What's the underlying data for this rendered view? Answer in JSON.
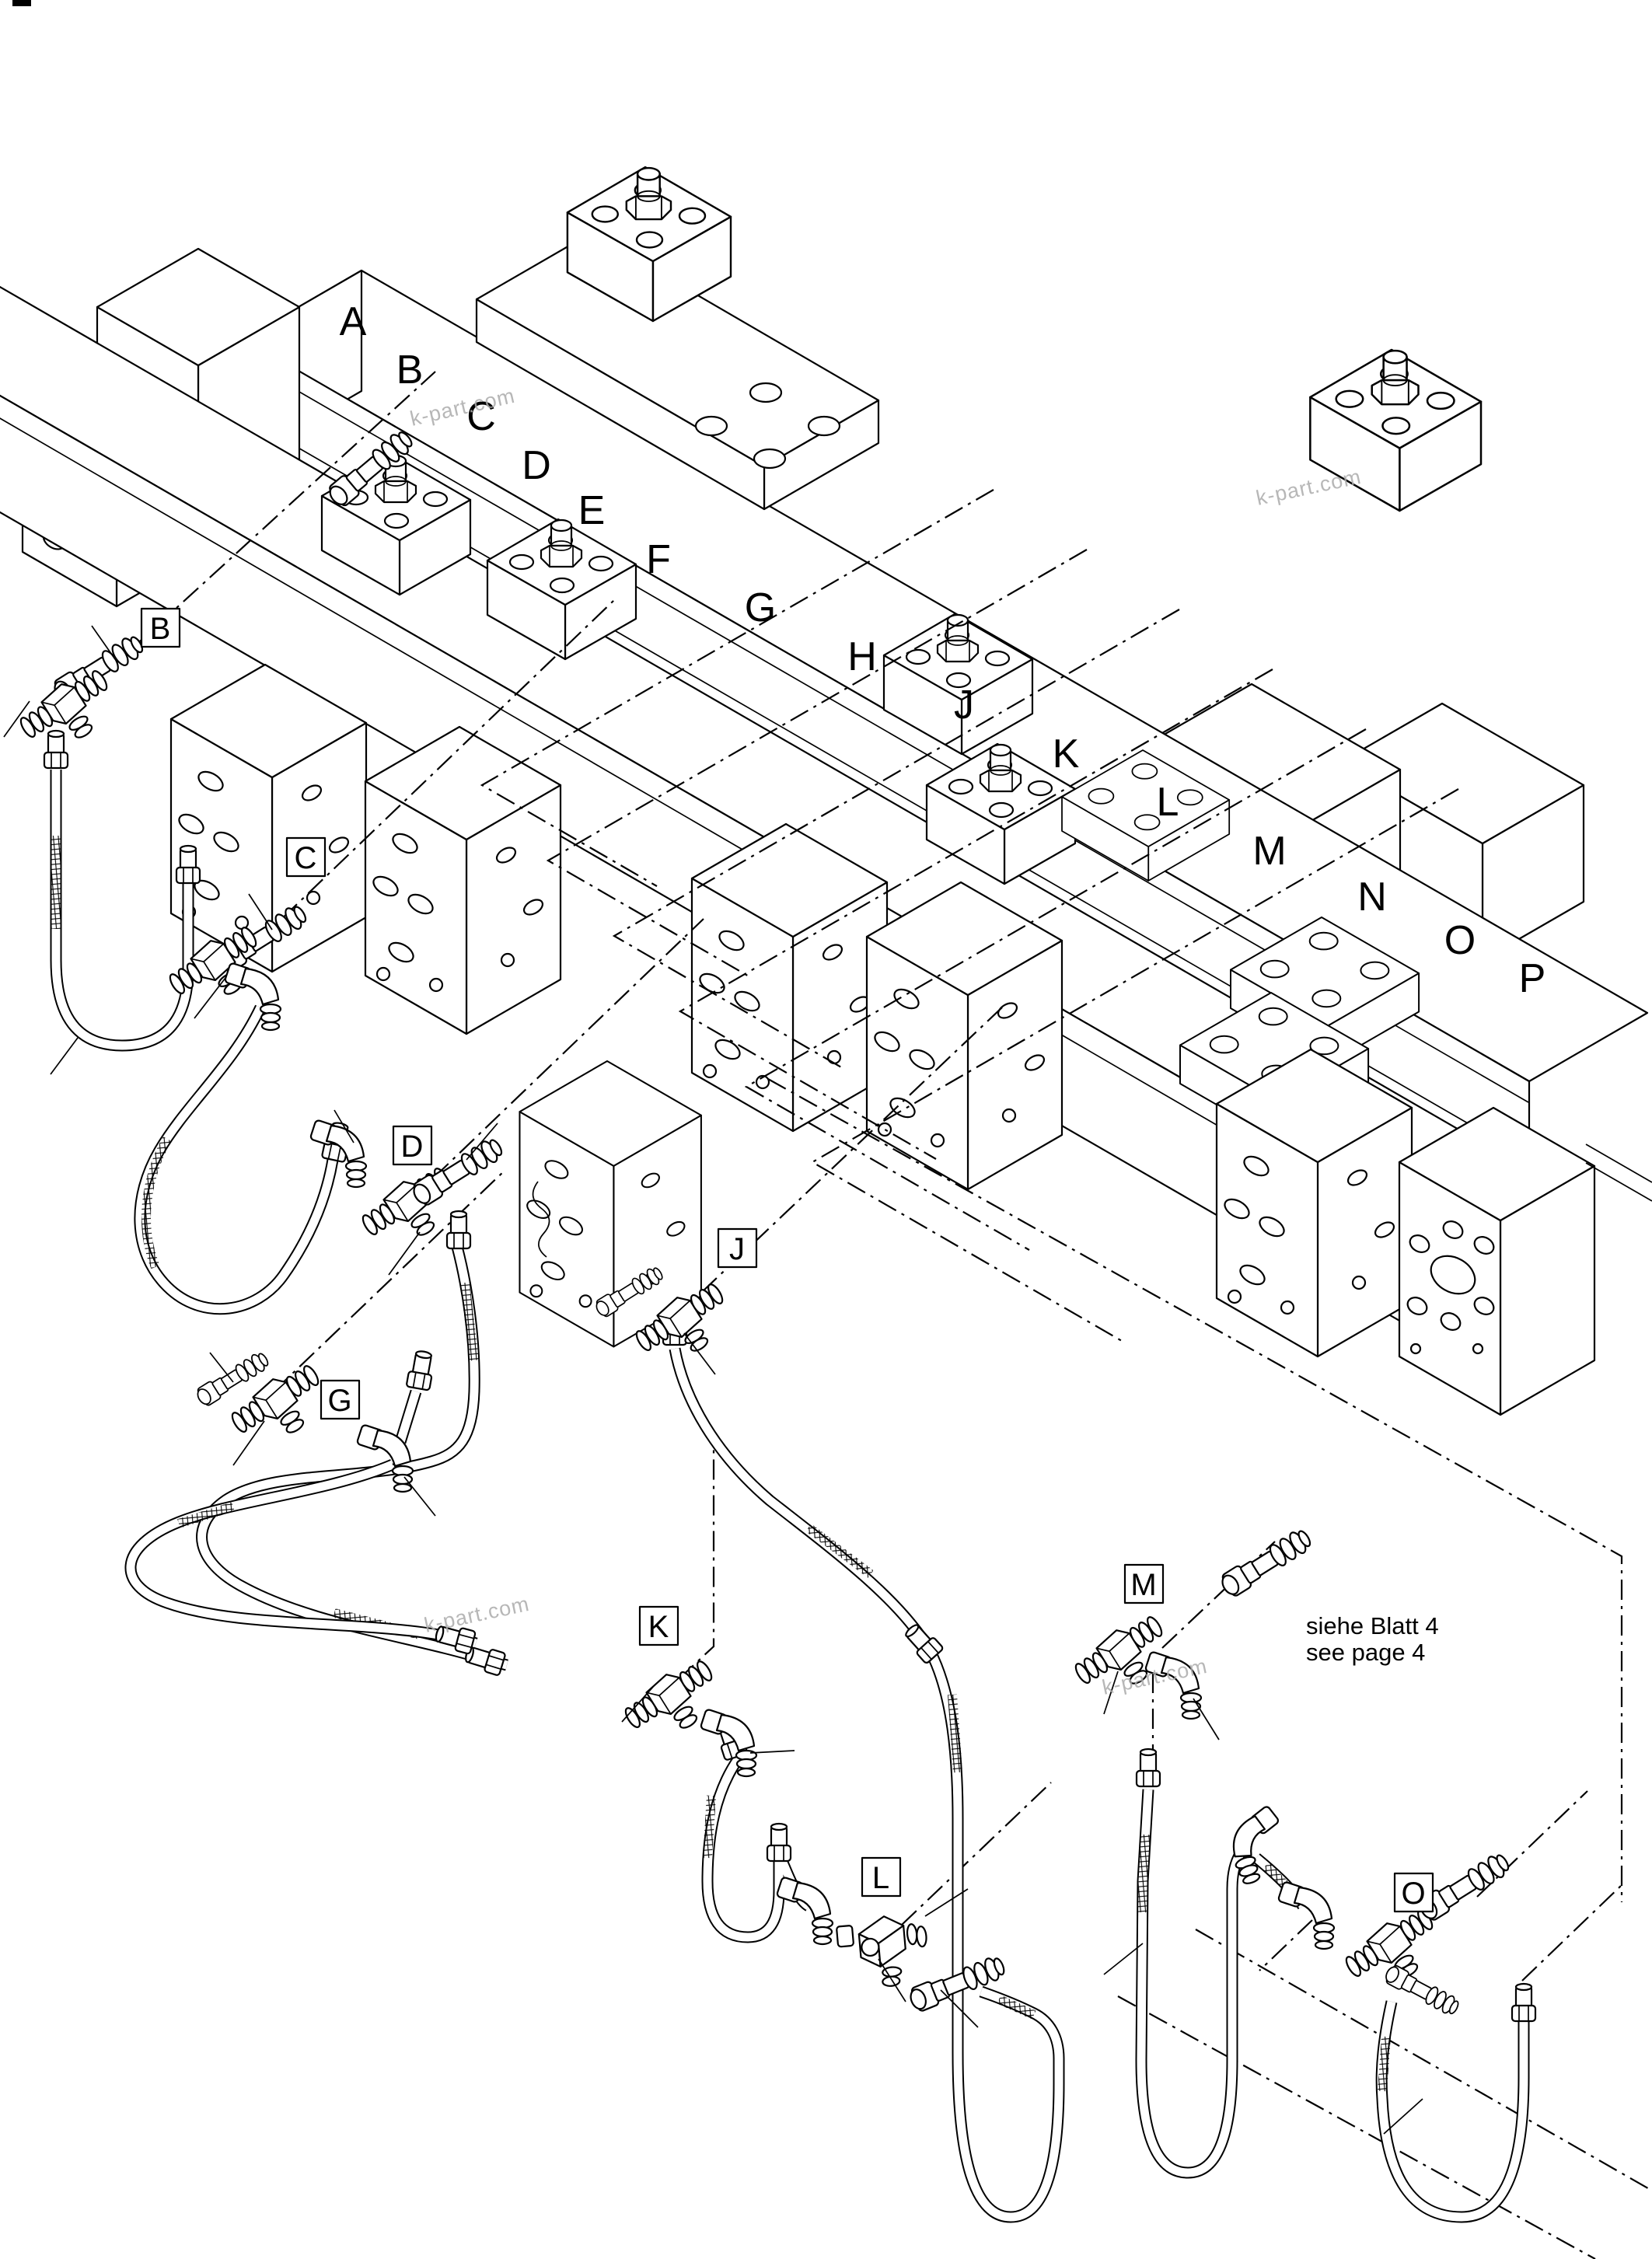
{
  "manifold": {
    "letters": [
      "A",
      "B",
      "C",
      "D",
      "E",
      "F",
      "G",
      "H",
      "J",
      "K",
      "L",
      "M",
      "N",
      "O",
      "P"
    ]
  },
  "callouts": {
    "letters": [
      "B",
      "C",
      "D",
      "G",
      "J",
      "K",
      "L",
      "M",
      "O"
    ]
  },
  "note": {
    "line1": "siehe Blatt 4",
    "line2": "see page 4"
  },
  "watermark": {
    "text": "k-part.com"
  },
  "colors": {
    "ink": "#000000",
    "paper": "#ffffff",
    "watermark": "#ababab"
  }
}
